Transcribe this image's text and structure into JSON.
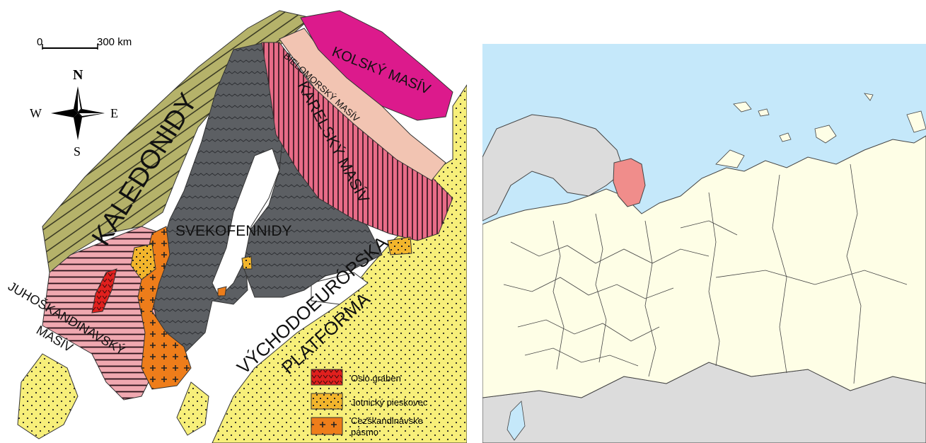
{
  "geology_map": {
    "scale_bar": {
      "zero": "0",
      "end": "300 km"
    },
    "compass": {
      "north": "N",
      "south": "S",
      "east": "E",
      "west": "W"
    },
    "regions": {
      "kaledonidy": "KALEDONIDY",
      "svekofennidy": "SVEKOFENNIDY",
      "kolsky": "KOLSKÝ MASÍV",
      "bielomorsky": "BIELOMORSKÝ MASÍV",
      "karelsky": "KARELSKÝ MASÍV",
      "juhoskandinavsky_line1": "JUHOŠKANDINAVSKÝ",
      "juhoskandinavsky_line2": "MASÍV",
      "vychodoeuropska_line1": "VÝCHODOEURÓPSKA",
      "vychodoeuropska_line2": "PLATFORMA"
    },
    "legend": [
      {
        "label": "Oslo graben",
        "color": "#e0201e"
      },
      {
        "label": "Jotnický pieskovec",
        "color": "#f2b52c"
      },
      {
        "label_line1": "Cezškandinávske",
        "label_line2": "pásmo",
        "color": "#ee7d1a"
      }
    ],
    "colors": {
      "kaledonidy": "#b5b26a",
      "svekofennidy": "#5c5f63",
      "kolsky": "#dc1a8c",
      "bielomorsky": "#f2c4b2",
      "karelsky": "#e96c88",
      "juhoskandinavsky": "#f0a8b0",
      "platform": "#f7ef7a"
    }
  },
  "locator_map": {
    "colors": {
      "sea": "#c5e8fa",
      "land_russia": "#fefee6",
      "land_other": "#dcdcdc",
      "highlight": "#f08d8b",
      "border": "#444444"
    }
  }
}
